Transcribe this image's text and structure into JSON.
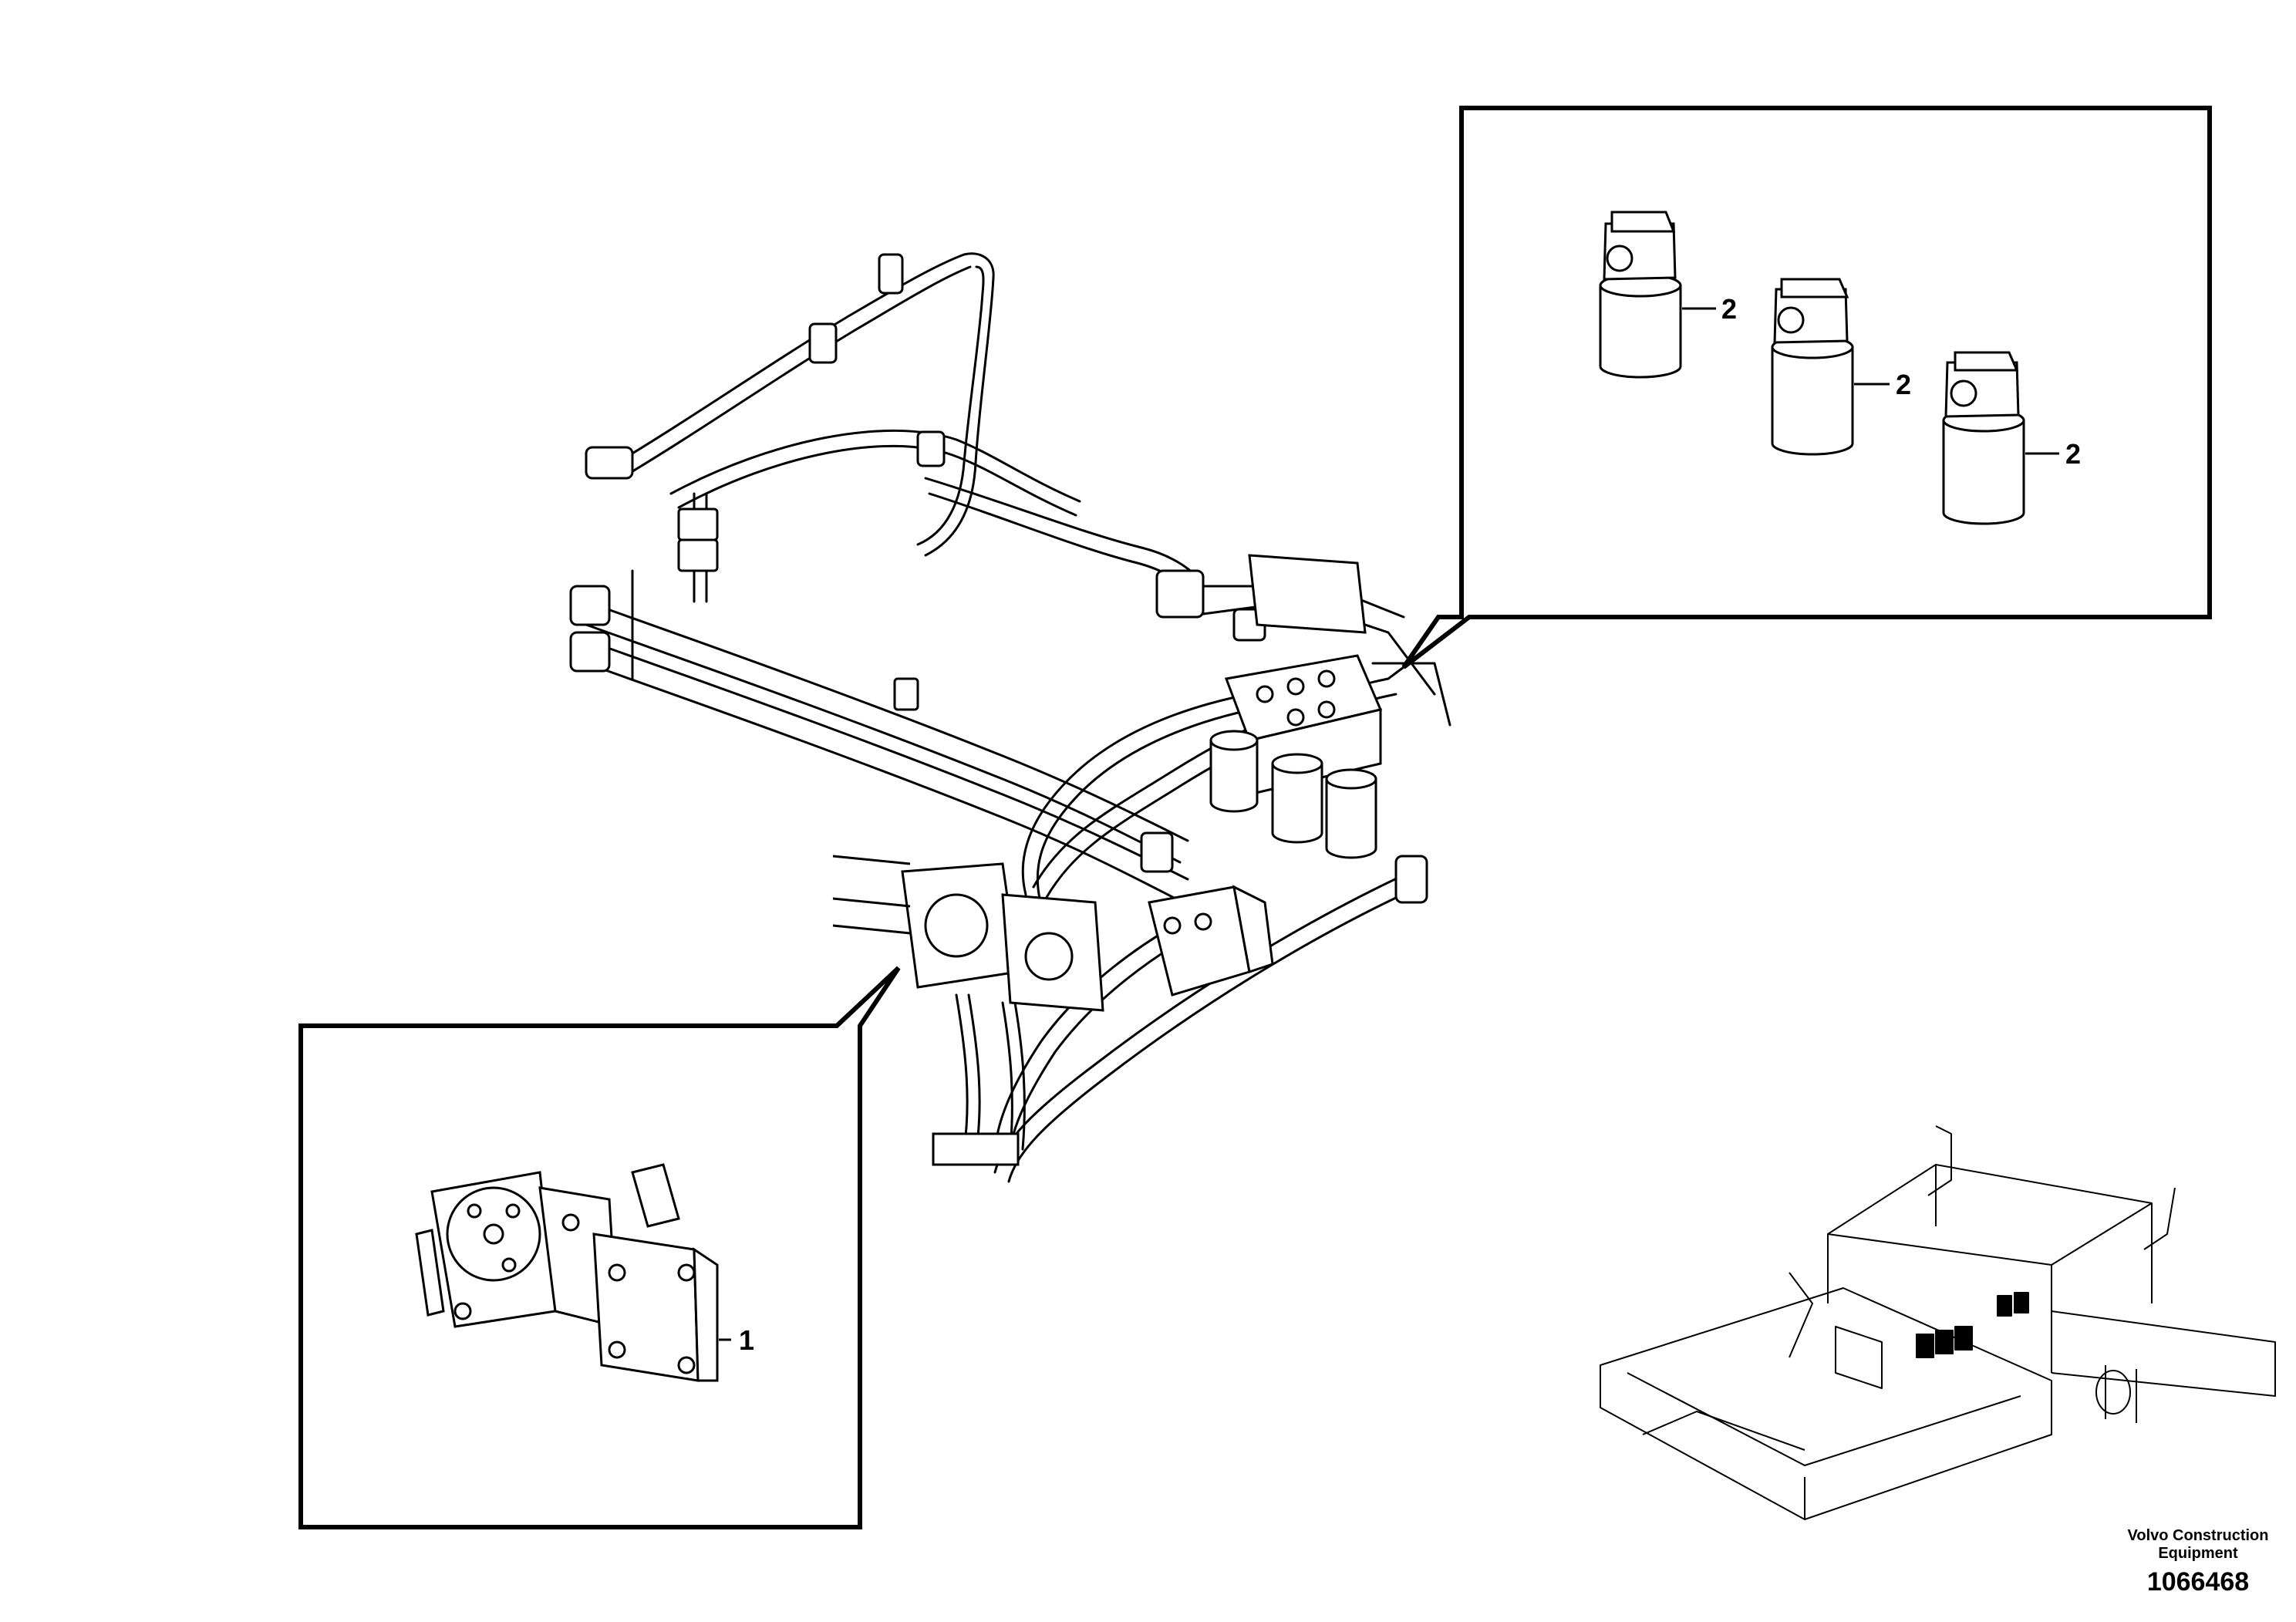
{
  "callouts": {
    "pump": "1",
    "filter_a": "2",
    "filter_b": "2",
    "filter_c": "2"
  },
  "footer": {
    "company_line1": "Volvo Construction",
    "company_line2": "Equipment",
    "drawing_number": "1066468"
  }
}
